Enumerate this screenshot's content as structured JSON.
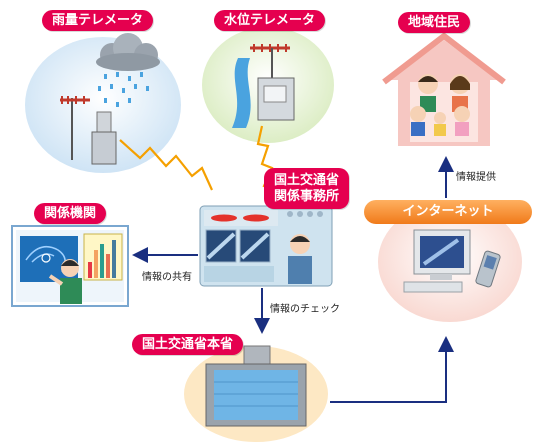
{
  "labels": {
    "rain_telemeter": "雨量テレメータ",
    "water_telemeter": "水位テレメータ",
    "residents": "地域住民",
    "mlit_office_line1": "国土交通省",
    "mlit_office_line2": "関係事務所",
    "related_agencies": "関係機関",
    "internet": "インターネット",
    "mlit_hq": "国土交通省本省"
  },
  "flows": {
    "share": "情報の共有",
    "check": "情報のチェック",
    "provide": "情報提供"
  },
  "colors": {
    "tag": "#e5004f",
    "arrow": "#1a2f80",
    "zigzag": "#f5a000",
    "circle_blue": "#dcebf7",
    "circle_green": "#e6f2d2",
    "circle_pink": "#fbe3df",
    "internet_orange": "#f08020"
  }
}
